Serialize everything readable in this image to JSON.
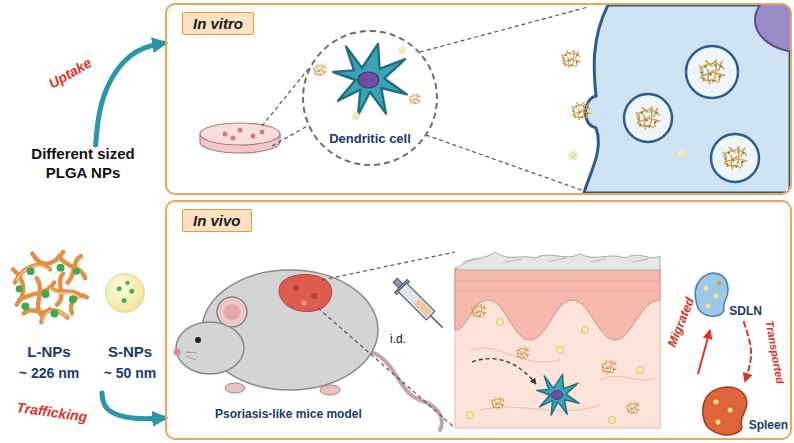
{
  "diagram": {
    "nodes": [
      {
        "text": [
          "Different sized PLGA NPs"
        ]
      },
      {
        "text": [
          "L-NPs",
          "~ 226 nm"
        ],
        "in": 0
      },
      {
        "text": [
          "S-NPs",
          "~ 50 nm"
        ],
        "in": 0
      },
      {
        "text": [
          "In vitro"
        ]
      },
      {
        "text": [
          "Dendritic cell"
        ],
        "in": 3
      },
      {
        "text": [
          "In vivo"
        ]
      },
      {
        "text": [
          "Psoriasis-like mice model"
        ],
        "in": 5
      },
      {
        "text": [
          "SDLN"
        ],
        "in": 5
      },
      {
        "text": [
          "Spleen"
        ],
        "in": 5
      }
    ],
    "edges": [
      {
        "from": 0,
        "to": 3,
        "label": "Uptake",
        "arrow": "to"
      },
      {
        "from": 0,
        "to": 5,
        "label": "Trafficking",
        "arrow": "to"
      },
      {
        "from": 7,
        "to": 8,
        "label": "Transported",
        "arrow": "to"
      }
    ],
    "labels": [
      "i.d.",
      "Migrated"
    ]
  }
}
